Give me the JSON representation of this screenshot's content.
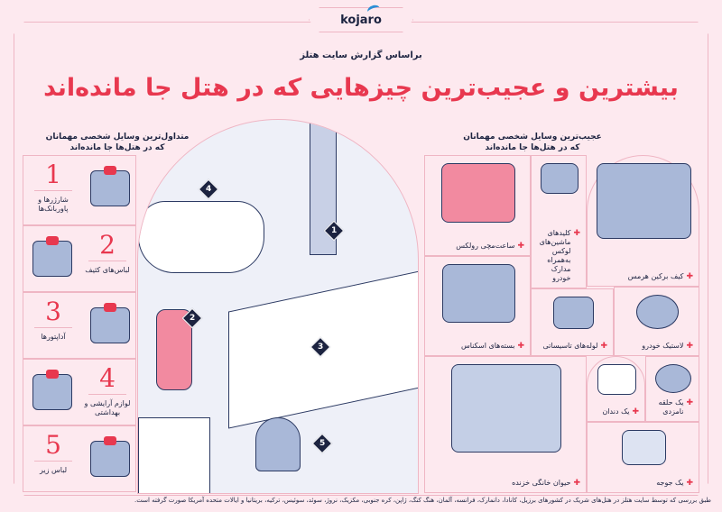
{
  "brand": {
    "logo_text": "kojaro"
  },
  "header": {
    "subtitle": "براساس گزارش سایت هتلز",
    "title": "بیشترین و عجیب‌ترین چیزهایی که در هتل جا مانده‌اند"
  },
  "common": {
    "heading_line1": "متداول‌ترین وسایل شخصی مهمانان",
    "heading_line2": "که در هتل‌ها جا مانده‌اند",
    "items": [
      {
        "rank": "1",
        "label": "شارژرها و پاوربانک‌ها",
        "icon": "power-bank-icon"
      },
      {
        "rank": "2",
        "label": "لباس‌های کثیف",
        "icon": "dirty-clothes-icon"
      },
      {
        "rank": "3",
        "label": "آداپتورها",
        "icon": "adapter-icon"
      },
      {
        "rank": "4",
        "label": "لوازم آرایشی و بهداشتی",
        "icon": "cosmetics-icon"
      },
      {
        "rank": "5",
        "label": "لباس زیر",
        "icon": "socks-icon"
      }
    ]
  },
  "room": {
    "markers": [
      "1",
      "2",
      "3",
      "4",
      "5"
    ]
  },
  "strange": {
    "heading_line1": "عجیب‌ترین وسایل شخصی مهمانان",
    "heading_line2": "که در هتل‌ها جا مانده‌اند",
    "items": [
      {
        "label": "ساعت‌مچی رولکس",
        "icon": "watch-icon"
      },
      {
        "label": "کلیدهای ماشین‌های لوکس به‌همراه مدارک خودرو",
        "icon": "car-key-icon"
      },
      {
        "label": "کیف برکین هرمس",
        "icon": "handbag-icon"
      },
      {
        "label": "بسته‌های اسکناس",
        "icon": "safe-cash-icon"
      },
      {
        "label": "لوله‌های تاسیساتی",
        "icon": "pipes-icon"
      },
      {
        "label": "لاستیک خودرو",
        "icon": "tire-icon"
      },
      {
        "label": "حیوان خانگی خزنده",
        "icon": "iguana-icon"
      },
      {
        "label": "یک دندان",
        "icon": "tooth-icon"
      },
      {
        "label": "یک حلقه نامزدی",
        "icon": "ring-icon"
      },
      {
        "label": "یک جوجه",
        "icon": "chick-icon"
      }
    ]
  },
  "footer": {
    "note": "طبق بررسی که توسط سایت هتلز در هتل‌های شریک در کشورهای برزیل، کانادا، دانمارک، فرانسه، آلمان، هنگ کنگ، ژاپن، کره جنوبی، مکزیک، نروژ، سوئد، سوئیس، ترکیه، بریتانیا و ایالات متحده آمریکا صورت گرفته است."
  },
  "colors": {
    "background": "#fde9ef",
    "accent": "#e8384f",
    "ink": "#1c2340",
    "illustration_blue": "#a9b8d8",
    "line": "#efb6c4"
  }
}
